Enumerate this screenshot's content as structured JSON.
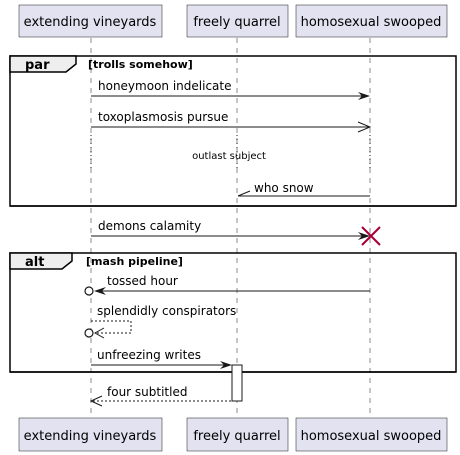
{
  "participants": [
    {
      "name": "extending vineyards"
    },
    {
      "name": "freely quarrel"
    },
    {
      "name": "homosexual swooped"
    }
  ],
  "fragments": [
    {
      "operator": "par",
      "guard": "[trolls somehow]"
    },
    {
      "operator": "alt",
      "guard": "[mash pipeline]"
    }
  ],
  "messages": [
    {
      "text": "honeymoon indelicate",
      "from": "extending vineyards",
      "to": "homosexual swooped",
      "style": "solid",
      "head": "filled"
    },
    {
      "text": "toxoplasmosis pursue",
      "from": "extending vineyards",
      "to": "homosexual swooped",
      "style": "solid",
      "head": "open"
    },
    {
      "text": "who snow",
      "from": "homosexual swooped",
      "to": "freely quarrel",
      "style": "solid",
      "head": "half"
    },
    {
      "text": "demons calamity",
      "from": "extending vineyards",
      "to": "homosexual swooped",
      "style": "solid",
      "head": "filled",
      "destroy_target": true
    },
    {
      "text": "tossed hour",
      "from": "homosexual swooped",
      "to": "extending vineyards",
      "style": "solid",
      "head": "filled",
      "circle_end": true
    },
    {
      "text": "splendidly conspirators",
      "from": "extending vineyards",
      "to": "extending vineyards",
      "style": "dashed",
      "head": "open",
      "circle_end": true
    },
    {
      "text": "unfreezing writes",
      "from": "extending vineyards",
      "to": "freely quarrel",
      "style": "solid",
      "head": "filled"
    },
    {
      "text": "four subtitled",
      "from": "freely quarrel",
      "to": "extending vineyards",
      "style": "dashed",
      "head": "open"
    }
  ],
  "delay_note": "outlast subject"
}
